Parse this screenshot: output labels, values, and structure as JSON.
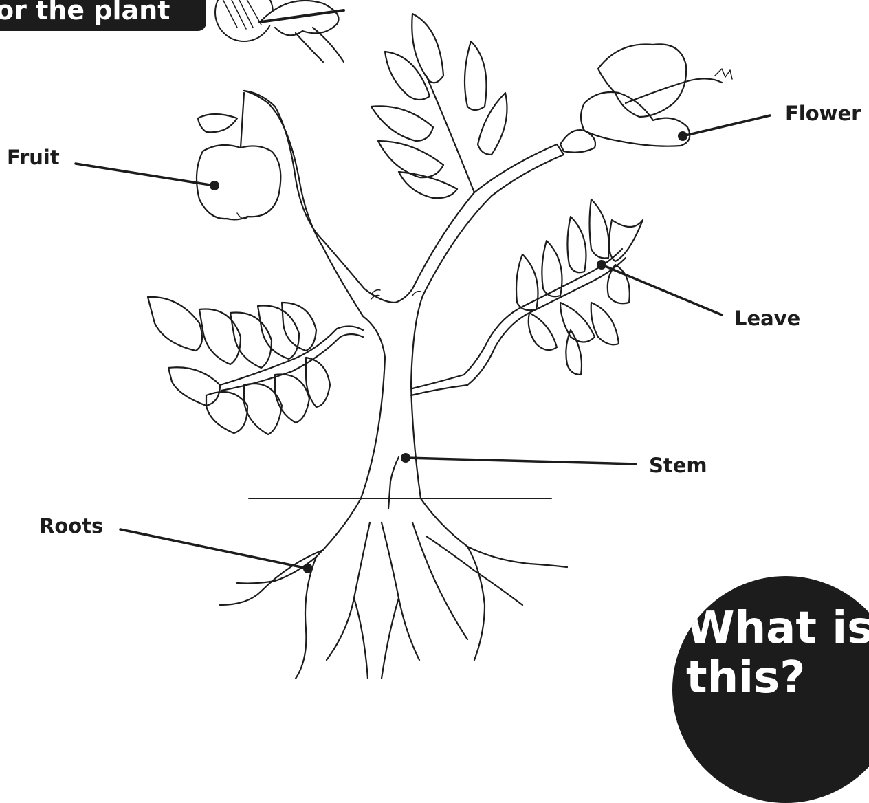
{
  "header": {
    "title": "or the plant"
  },
  "labels": {
    "fruit": "Fruit",
    "flower": "Flower",
    "leave": "Leave",
    "stem": "Stem",
    "roots": "Roots"
  },
  "badge": {
    "line1": "What is",
    "line2": "this?"
  }
}
